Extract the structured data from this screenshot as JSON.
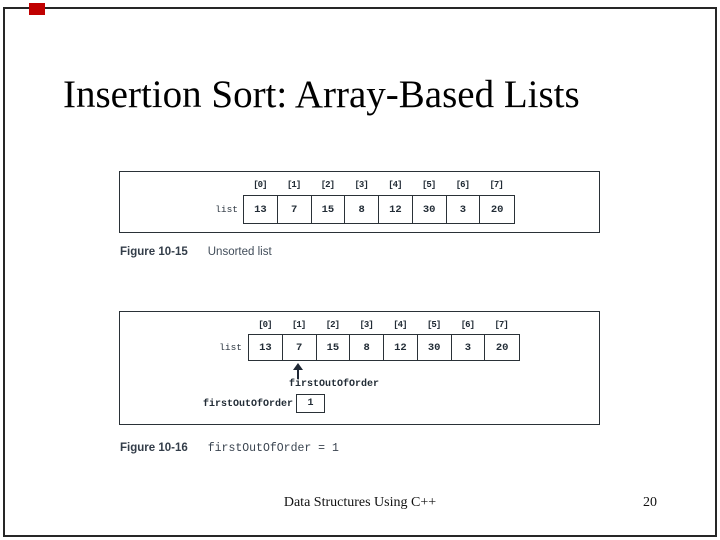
{
  "slide": {
    "title": "Insertion Sort: Array-Based Lists",
    "border_color": "#262626",
    "accent_color": "#c00000",
    "footer": {
      "text": "Data Structures Using C++",
      "page": "20"
    }
  },
  "figure1": {
    "label": "Figure 10-15",
    "caption": "Unsorted list",
    "array_label": "list",
    "indices": [
      "[0]",
      "[1]",
      "[2]",
      "[3]",
      "[4]",
      "[5]",
      "[6]",
      "[7]"
    ],
    "values": [
      "13",
      "7",
      "15",
      "8",
      "12",
      "30",
      "3",
      "20"
    ]
  },
  "figure2": {
    "label": "Figure 10-16",
    "caption": "firstOutOfOrder = 1",
    "array_label": "list",
    "indices": [
      "[0]",
      "[1]",
      "[2]",
      "[3]",
      "[4]",
      "[5]",
      "[6]",
      "[7]"
    ],
    "values": [
      "13",
      "7",
      "15",
      "8",
      "12",
      "30",
      "3",
      "20"
    ],
    "pointer_label": "firstOutOfOrder",
    "variable_label": "firstOutOfOrder",
    "variable_value": "1"
  }
}
